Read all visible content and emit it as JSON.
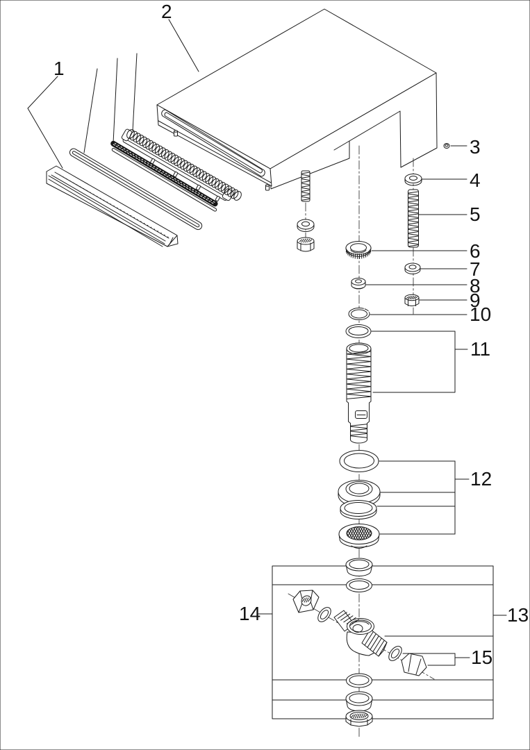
{
  "figure": {
    "kind": "exploded-parts-diagram",
    "background_color": "#ffffff",
    "line_color": "#1a1a1a",
    "mesh_fill_color": "#161616"
  },
  "callouts": [
    {
      "label": "1"
    },
    {
      "label": "2"
    },
    {
      "label": "3"
    },
    {
      "label": "4"
    },
    {
      "label": "5"
    },
    {
      "label": "6"
    },
    {
      "label": "7"
    },
    {
      "label": "8"
    },
    {
      "label": "9"
    },
    {
      "label": "10"
    },
    {
      "label": "11"
    },
    {
      "label": "12"
    },
    {
      "label": "13"
    },
    {
      "label": "14"
    },
    {
      "label": "15"
    }
  ]
}
